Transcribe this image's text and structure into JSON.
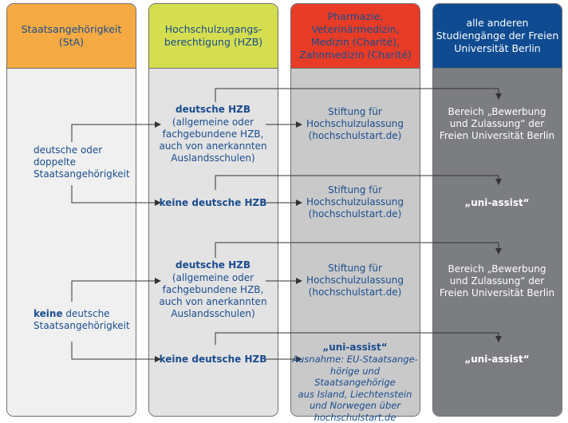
{
  "headers": {
    "sta": "Staatsangehörigkeit\n(StA)",
    "hzb": "Hochschulzugangs-\nberechtigung (HZB)",
    "pharm": "Pharmazie,\nVeterinärmedizin,\nMedizin (Charité),\nZahnmedizin (Charité)",
    "other": "alle anderen\nStudiengänge der Freien\nUniversität Berlin"
  },
  "row_groups": {
    "group1_sta": "deutsche oder\ndoppelte\nStaatsangehörigkeit",
    "group2_sta_bold": "keine",
    "group2_sta_rest": " deutsche\nStaatsangehörigkeit"
  },
  "cells": {
    "r1_hzb_title": "deutsche HZB",
    "r1_hzb_detail": "(allgemeine oder\nfachgebundene HZB,\nauch von anerkannten\nAuslandsschulen)",
    "r1_pharm": "Stiftung für\nHochschulzulassung\n(hochschulstart.de)",
    "r1_other": "Bereich „Bewerbung\nund Zulassung“ der\nFreien Universität Berlin",
    "r2_hzb": "keine deutsche HZB",
    "r2_pharm": "Stiftung für\nHochschulzulassung\n(hochschulstart.de)",
    "r2_other": "„uni-assist“",
    "r3_hzb_title": "deutsche HZB",
    "r3_hzb_detail": "(allgemeine oder\nfachgebundene HZB,\nauch von anerkannten\nAuslandsschulen)",
    "r3_pharm": "Stiftung für\nHochschulzulassung\n(hochschulstart.de)",
    "r3_other": "Bereich „Bewerbung\nund Zulassung“ der\nFreien Universität Berlin",
    "r4_hzb": "keine deutsche HZB",
    "r4_pharm_title": "„uni-assist“",
    "r4_pharm_note": "Ausnahme: EU-Staatsange-\nhörige und Staatsangehörige\naus Island, Liechtenstein\nund Norwegen über\nhochschulstart.de",
    "r4_other": "„uni-assist“"
  },
  "colors": {
    "sta_header": "#f5aa43",
    "hzb_header": "#d5de4f",
    "pharm_header": "#e83c26",
    "other_header": "#0f4b91",
    "text_blue": "#1a4d8f",
    "arrow": "#333333"
  }
}
